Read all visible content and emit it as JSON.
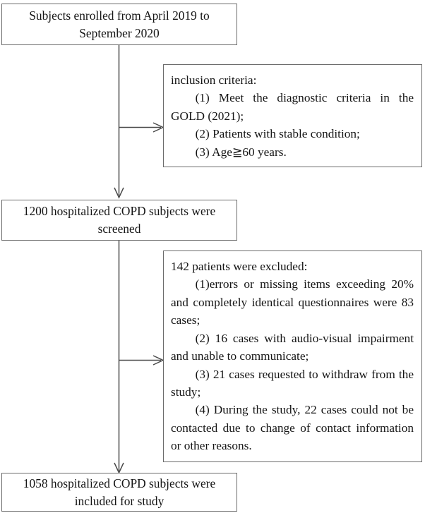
{
  "diagram": {
    "title": "COPD study subject enrollment flow",
    "line_color": "#4a4a4a",
    "border_color": "#6b6b6b",
    "text_color": "#151515",
    "background": "#ffffff"
  },
  "boxes": {
    "enrolled": {
      "text": "Subjects enrolled from April 2019 to September 2020"
    },
    "inclusion": {
      "lead": "inclusion criteria:",
      "items": [
        "(1) Meet the diagnostic criteria in the GOLD (2021);",
        "(2) Patients with stable condition;",
        "(3) Age≧60 years."
      ]
    },
    "screened": {
      "text": "1200 hospitalized COPD subjects were screened"
    },
    "excluded": {
      "lead": "142 patients were excluded:",
      "items": [
        "(1)errors or missing items exceeding 20% and completely identical questionnaires were 83 cases;",
        "(2) 16 cases with audio-visual impairment and unable to communicate;",
        "(3) 21 cases requested to withdraw from the study;",
        "(4) During the study, 22 cases could not be contacted due to change of contact information or other reasons."
      ]
    },
    "included": {
      "text": "1058 hospitalized COPD subjects were included for study"
    }
  },
  "connectors": {
    "trunk_label": "main-vertical-flow",
    "branch_inclusion_label": "branch-to-inclusion-criteria",
    "branch_exclusion_label": "branch-to-exclusion-criteria",
    "arrow_to_screened_label": "arrow-to-screened-box",
    "arrow_to_included_label": "arrow-to-included-box"
  }
}
